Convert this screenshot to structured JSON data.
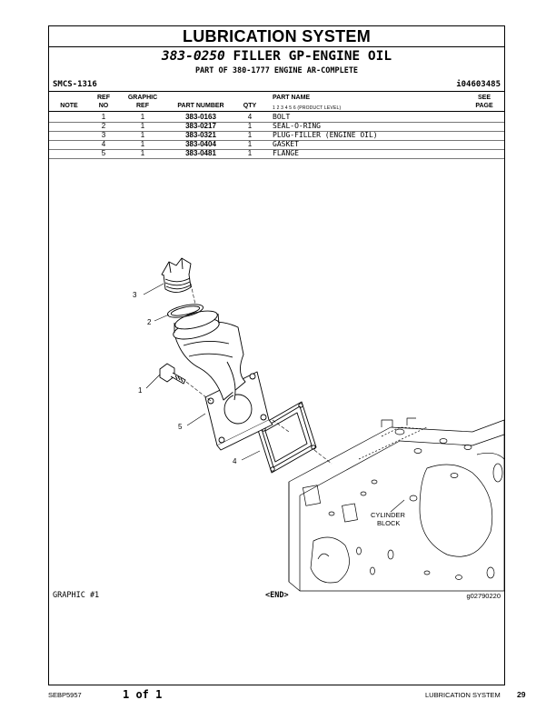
{
  "header": {
    "system_title": "LUBRICATION SYSTEM",
    "group_number": "383-0250",
    "group_name": "FILLER GP-ENGINE OIL",
    "part_of": "PART OF 380-1777 ENGINE AR-COMPLETE",
    "smcs": "SMCS-1316",
    "ident": "i04603485"
  },
  "table": {
    "headers": {
      "note": "NOTE",
      "ref_top": "REF",
      "ref_bottom": "NO",
      "graphic_top": "GRAPHIC",
      "graphic_bottom": "REF",
      "part_number": "PART NUMBER",
      "qty": "QTY",
      "part_name": "PART NAME",
      "levels": "1   2   3   4   5   6   (PRODUCT LEVEL)",
      "see_top": "SEE",
      "see_bottom": "PAGE"
    },
    "rows": [
      {
        "ref": "1",
        "graphic": "1",
        "part_number": "383-0163",
        "qty": "4",
        "name": "BOLT"
      },
      {
        "ref": "2",
        "graphic": "1",
        "part_number": "383-0217",
        "qty": "1",
        "name": "SEAL-O-RING"
      },
      {
        "ref": "3",
        "graphic": "1",
        "part_number": "383-0321",
        "qty": "1",
        "name": "PLUG-FILLER (ENGINE OIL)"
      },
      {
        "ref": "4",
        "graphic": "1",
        "part_number": "383-0404",
        "qty": "1",
        "name": "GASKET"
      },
      {
        "ref": "5",
        "graphic": "1",
        "part_number": "383-0481",
        "qty": "1",
        "name": "FLANGE"
      }
    ]
  },
  "illustration": {
    "callouts": [
      "1",
      "2",
      "3",
      "4",
      "5"
    ],
    "block_label_line1": "CYLINDER",
    "block_label_line2": "BLOCK",
    "graphic_label": "GRAPHIC #1",
    "end_label": "<END>",
    "graphic_id": "g02790220"
  },
  "footer": {
    "doc_number": "SEBP5957",
    "page_of": "1 of 1",
    "section": "LUBRICATION SYSTEM",
    "page_number": "29"
  }
}
